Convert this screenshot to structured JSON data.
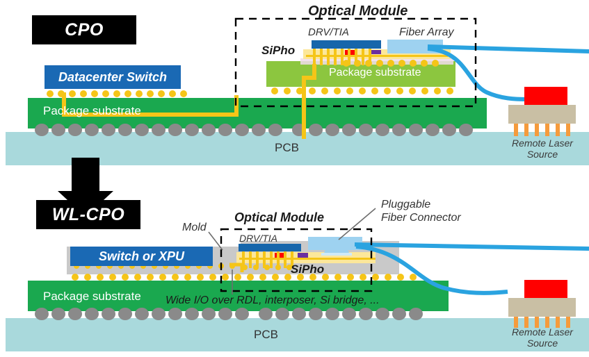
{
  "diagram": {
    "title_top": "CPO",
    "title_bottom": "WL-CPO",
    "colors": {
      "package_substrate_top": "#1aa84f",
      "package_substrate_module": "#8cc63f",
      "pcb": "#a9d9dc",
      "switch_blue": "#1a69b4",
      "drv_tia_blue": "#1766ab",
      "fiber_blue": "#2aa3e0",
      "fiber_array_block": "#9ed2f0",
      "micro_bump_yellow": "#f5c518",
      "solder_ball_gray": "#8a8a8a",
      "mold_gray": "#c9c9c9",
      "sipho_yellow": "#fce79a",
      "laser_red": "#ff0000",
      "laser_package_tan": "#c9bfa4",
      "laser_pin_orange": "#f59b3c",
      "label_black": "#000000"
    }
  },
  "top_section": {
    "badge": "CPO",
    "switch_label": "Datacenter Switch",
    "optical_module_label": "Optical Module",
    "drv_tia_label": "DRV/TIA",
    "sipho_label": "SiPho",
    "fiber_array_label": "Fiber Array",
    "module_substrate_label": "Package substrate",
    "package_substrate_label": "Package substrate",
    "pcb_label": "PCB",
    "laser_label_line1": "Remote  Laser",
    "laser_label_line2": "Source"
  },
  "bottom_section": {
    "badge": "WL-CPO",
    "switch_label": "Switch or XPU",
    "mold_label": "Mold",
    "optical_module_label": "Optical Module",
    "drv_tia_label": "DRV/TIA",
    "sipho_label": "SiPho",
    "connector_label_line1": "Pluggable",
    "connector_label_line2": "Fiber Connector",
    "wide_io_label": "Wide I/O over RDL, interposer,  Si bridge, ...",
    "package_substrate_label": "Package substrate",
    "pcb_label": "PCB",
    "laser_label_line1": "Remote  Laser",
    "laser_label_line2": "Source"
  }
}
